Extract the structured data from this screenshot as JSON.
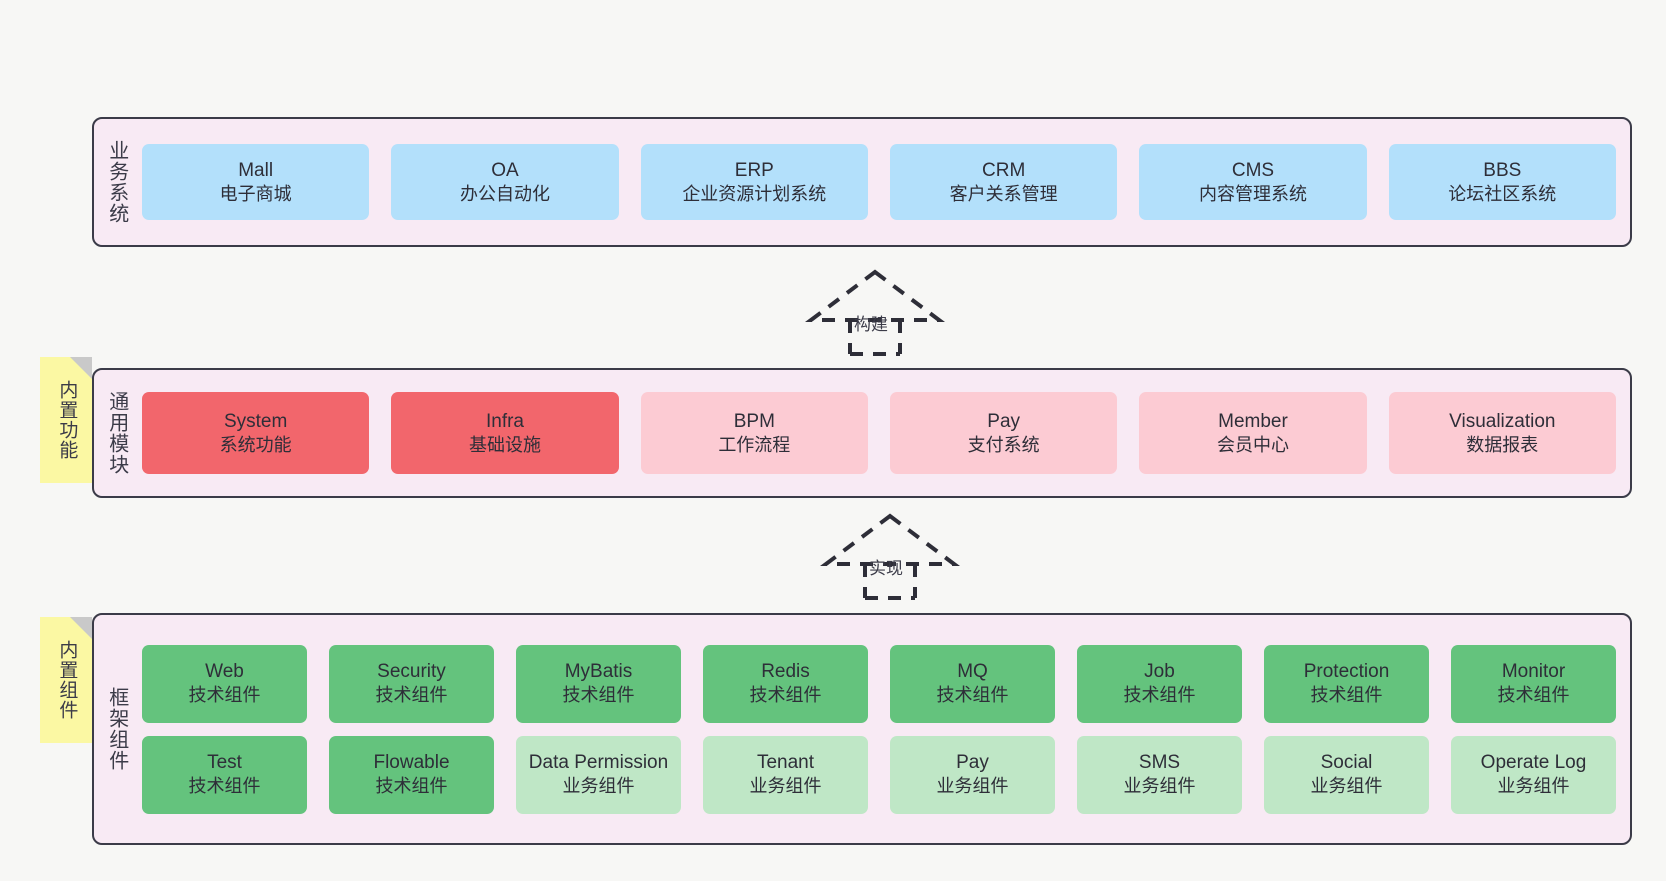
{
  "diagram": {
    "background_color": "#f7f7f5",
    "layer_fill": "#f8eaf4",
    "layer_border": "#3b3b48",
    "note_fill": "#fbf8a3"
  },
  "layers": [
    {
      "id": "business-systems",
      "label": "业务系统",
      "nodes": [
        {
          "title": "Mall",
          "subtitle": "电子商城",
          "color": "#b3e0fb",
          "style": "node-blue"
        },
        {
          "title": "OA",
          "subtitle": "办公自动化",
          "color": "#b3e0fb",
          "style": "node-blue"
        },
        {
          "title": "ERP",
          "subtitle": "企业资源计划系统",
          "color": "#b3e0fb",
          "style": "node-blue"
        },
        {
          "title": "CRM",
          "subtitle": "客户关系管理",
          "color": "#b3e0fb",
          "style": "node-blue"
        },
        {
          "title": "CMS",
          "subtitle": "内容管理系统",
          "color": "#b3e0fb",
          "style": "node-blue"
        },
        {
          "title": "BBS",
          "subtitle": "论坛社区系统",
          "color": "#b3e0fb",
          "style": "node-blue"
        }
      ]
    },
    {
      "id": "common-modules",
      "label": "通用模块",
      "note": "内置功能",
      "nodes": [
        {
          "title": "System",
          "subtitle": "系统功能",
          "color": "#f2666c",
          "style": "node-red"
        },
        {
          "title": "Infra",
          "subtitle": "基础设施",
          "color": "#f2666c",
          "style": "node-red"
        },
        {
          "title": "BPM",
          "subtitle": "工作流程",
          "color": "#fccbd3",
          "style": "node-pink"
        },
        {
          "title": "Pay",
          "subtitle": "支付系统",
          "color": "#fccbd3",
          "style": "node-pink"
        },
        {
          "title": "Member",
          "subtitle": "会员中心",
          "color": "#fccbd3",
          "style": "node-pink"
        },
        {
          "title": "Visualization",
          "subtitle": "数据报表",
          "color": "#fccbd3",
          "style": "node-pink"
        }
      ]
    },
    {
      "id": "framework-components",
      "label": "框架组件",
      "note": "内置组件",
      "rows": [
        [
          {
            "title": "Web",
            "subtitle": "技术组件",
            "color": "#64c37d",
            "style": "node-green"
          },
          {
            "title": "Security",
            "subtitle": "技术组件",
            "color": "#64c37d",
            "style": "node-green"
          },
          {
            "title": "MyBatis",
            "subtitle": "技术组件",
            "color": "#64c37d",
            "style": "node-green"
          },
          {
            "title": "Redis",
            "subtitle": "技术组件",
            "color": "#64c37d",
            "style": "node-green"
          },
          {
            "title": "MQ",
            "subtitle": "技术组件",
            "color": "#64c37d",
            "style": "node-green"
          },
          {
            "title": "Job",
            "subtitle": "技术组件",
            "color": "#64c37d",
            "style": "node-green"
          },
          {
            "title": "Protection",
            "subtitle": "技术组件",
            "color": "#64c37d",
            "style": "node-green"
          },
          {
            "title": "Monitor",
            "subtitle": "技术组件",
            "color": "#64c37d",
            "style": "node-green"
          }
        ],
        [
          {
            "title": "Test",
            "subtitle": "技术组件",
            "color": "#64c37d",
            "style": "node-green"
          },
          {
            "title": "Flowable",
            "subtitle": "技术组件",
            "color": "#64c37d",
            "style": "node-green"
          },
          {
            "title": "Data Permission",
            "subtitle": "业务组件",
            "color": "#bfe7c6",
            "style": "node-lightgreen",
            "wrap": true
          },
          {
            "title": "Tenant",
            "subtitle": "业务组件",
            "color": "#bfe7c6",
            "style": "node-lightgreen"
          },
          {
            "title": "Pay",
            "subtitle": "业务组件",
            "color": "#bfe7c6",
            "style": "node-lightgreen"
          },
          {
            "title": "SMS",
            "subtitle": "业务组件",
            "color": "#bfe7c6",
            "style": "node-lightgreen"
          },
          {
            "title": "Social",
            "subtitle": "业务组件",
            "color": "#bfe7c6",
            "style": "node-lightgreen"
          },
          {
            "title": "Operate Log",
            "subtitle": "业务组件",
            "color": "#bfe7c6",
            "style": "node-lightgreen"
          }
        ]
      ]
    }
  ],
  "connectors": [
    {
      "id": "build",
      "label": "构建",
      "from": "common-modules",
      "to": "business-systems"
    },
    {
      "id": "implement",
      "label": "实现",
      "from": "framework-components",
      "to": "common-modules"
    }
  ]
}
